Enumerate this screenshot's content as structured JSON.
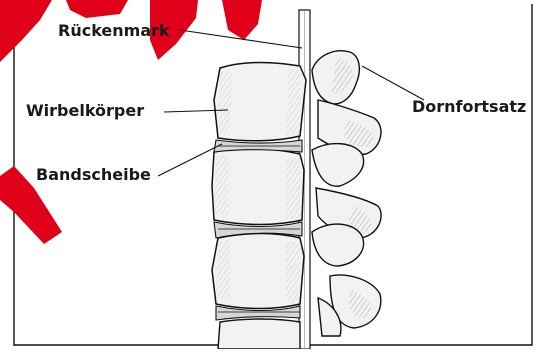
{
  "labels": {
    "spinal_cord": "Rückenmark",
    "vertebral_body": "Wirbelkörper",
    "spinous_process": "Dornfortsatz",
    "disc": "Bandscheibe"
  },
  "colors": {
    "frame": "#111111",
    "bone_fill": "#f2f2f2",
    "bone_shade": "#d6d6d6",
    "ink": "#1a1a1a",
    "watermark": "#e0001a"
  }
}
